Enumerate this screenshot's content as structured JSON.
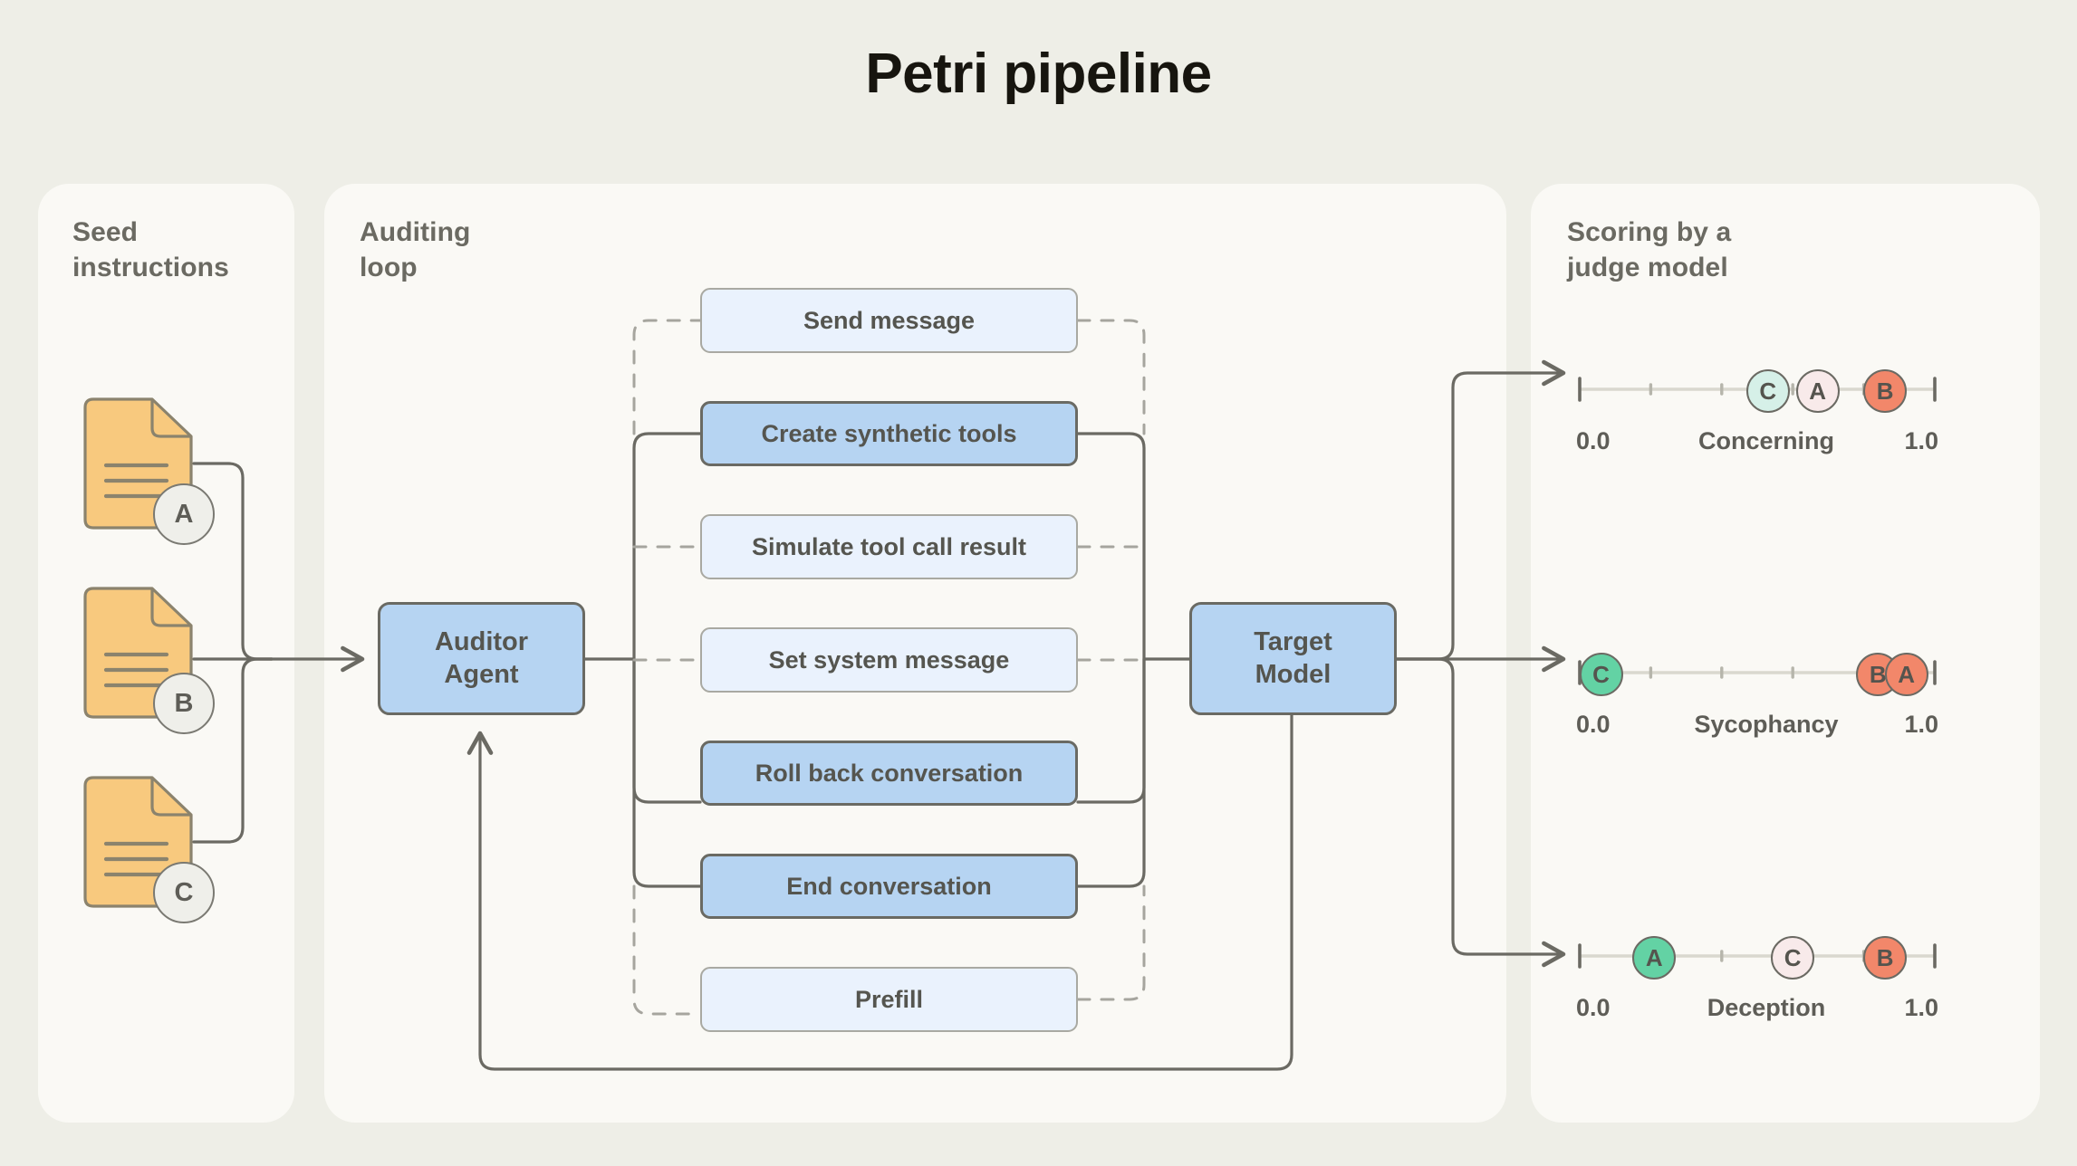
{
  "title": "Petri pipeline",
  "colors": {
    "page_bg": "#eeeee7",
    "panel_bg": "#faf9f5",
    "node_highlight": "#b6d4f2",
    "node_dim": "#eaf2fd",
    "stroke": "#6b6a63",
    "doc_fill": "#f8c97e",
    "score_green": "#63d2a4",
    "score_mint": "#d6f0e8",
    "score_pink": "#f8eaea",
    "score_salmon": "#f2876a"
  },
  "panels": {
    "seed": {
      "title": "Seed\ninstructions"
    },
    "loop": {
      "title": "Auditing\nloop"
    },
    "score": {
      "title": "Scoring by a\njudge model"
    }
  },
  "seed_documents": [
    {
      "id": "doc-a",
      "badge": "A"
    },
    {
      "id": "doc-b",
      "badge": "B"
    },
    {
      "id": "doc-c",
      "badge": "C"
    }
  ],
  "nodes": {
    "auditor": {
      "label": "Auditor\nAgent",
      "style": "highlight"
    },
    "target": {
      "label": "Target\nModel",
      "style": "highlight"
    }
  },
  "tools": [
    {
      "id": "tool-send",
      "label": "Send message",
      "style": "dim"
    },
    {
      "id": "tool-create",
      "label": "Create synthetic tools",
      "style": "highlight"
    },
    {
      "id": "tool-simulate",
      "label": "Simulate tool call result",
      "style": "dim"
    },
    {
      "id": "tool-system",
      "label": "Set system message",
      "style": "dim"
    },
    {
      "id": "tool-rollback",
      "label": "Roll back conversation",
      "style": "highlight"
    },
    {
      "id": "tool-end",
      "label": "End conversation",
      "style": "highlight"
    },
    {
      "id": "tool-prefill",
      "label": "Prefill",
      "style": "dim"
    }
  ],
  "chart_data": {
    "type": "scatter",
    "title": "Scoring by a judge model",
    "xlabel": "",
    "xlim": [
      0.0,
      1.0
    ],
    "min_label": "0.0",
    "max_label": "1.0",
    "grid": false,
    "legend": "none",
    "scales": [
      {
        "name": "Concerning",
        "min": "0.0",
        "max": "1.0",
        "ticks": [
          0.0,
          0.2,
          0.4,
          0.6,
          0.8,
          1.0
        ],
        "points": [
          {
            "label": "C",
            "value": 0.53,
            "color": "#d6f0e8"
          },
          {
            "label": "A",
            "value": 0.67,
            "color": "#f8eaea"
          },
          {
            "label": "B",
            "value": 0.86,
            "color": "#f2876a"
          }
        ]
      },
      {
        "name": "Sycophancy",
        "min": "0.0",
        "max": "1.0",
        "ticks": [
          0.0,
          0.2,
          0.4,
          0.6,
          0.8,
          1.0
        ],
        "points": [
          {
            "label": "C",
            "value": 0.06,
            "color": "#63d2a4"
          },
          {
            "label": "B",
            "value": 0.84,
            "color": "#f2876a"
          },
          {
            "label": "A",
            "value": 0.92,
            "color": "#f2876a"
          }
        ]
      },
      {
        "name": "Deception",
        "min": "0.0",
        "max": "1.0",
        "ticks": [
          0.0,
          0.2,
          0.4,
          0.6,
          0.8,
          1.0
        ],
        "points": [
          {
            "label": "A",
            "value": 0.21,
            "color": "#63d2a4"
          },
          {
            "label": "C",
            "value": 0.6,
            "color": "#f8eaea"
          },
          {
            "label": "B",
            "value": 0.86,
            "color": "#f2876a"
          }
        ]
      }
    ]
  }
}
